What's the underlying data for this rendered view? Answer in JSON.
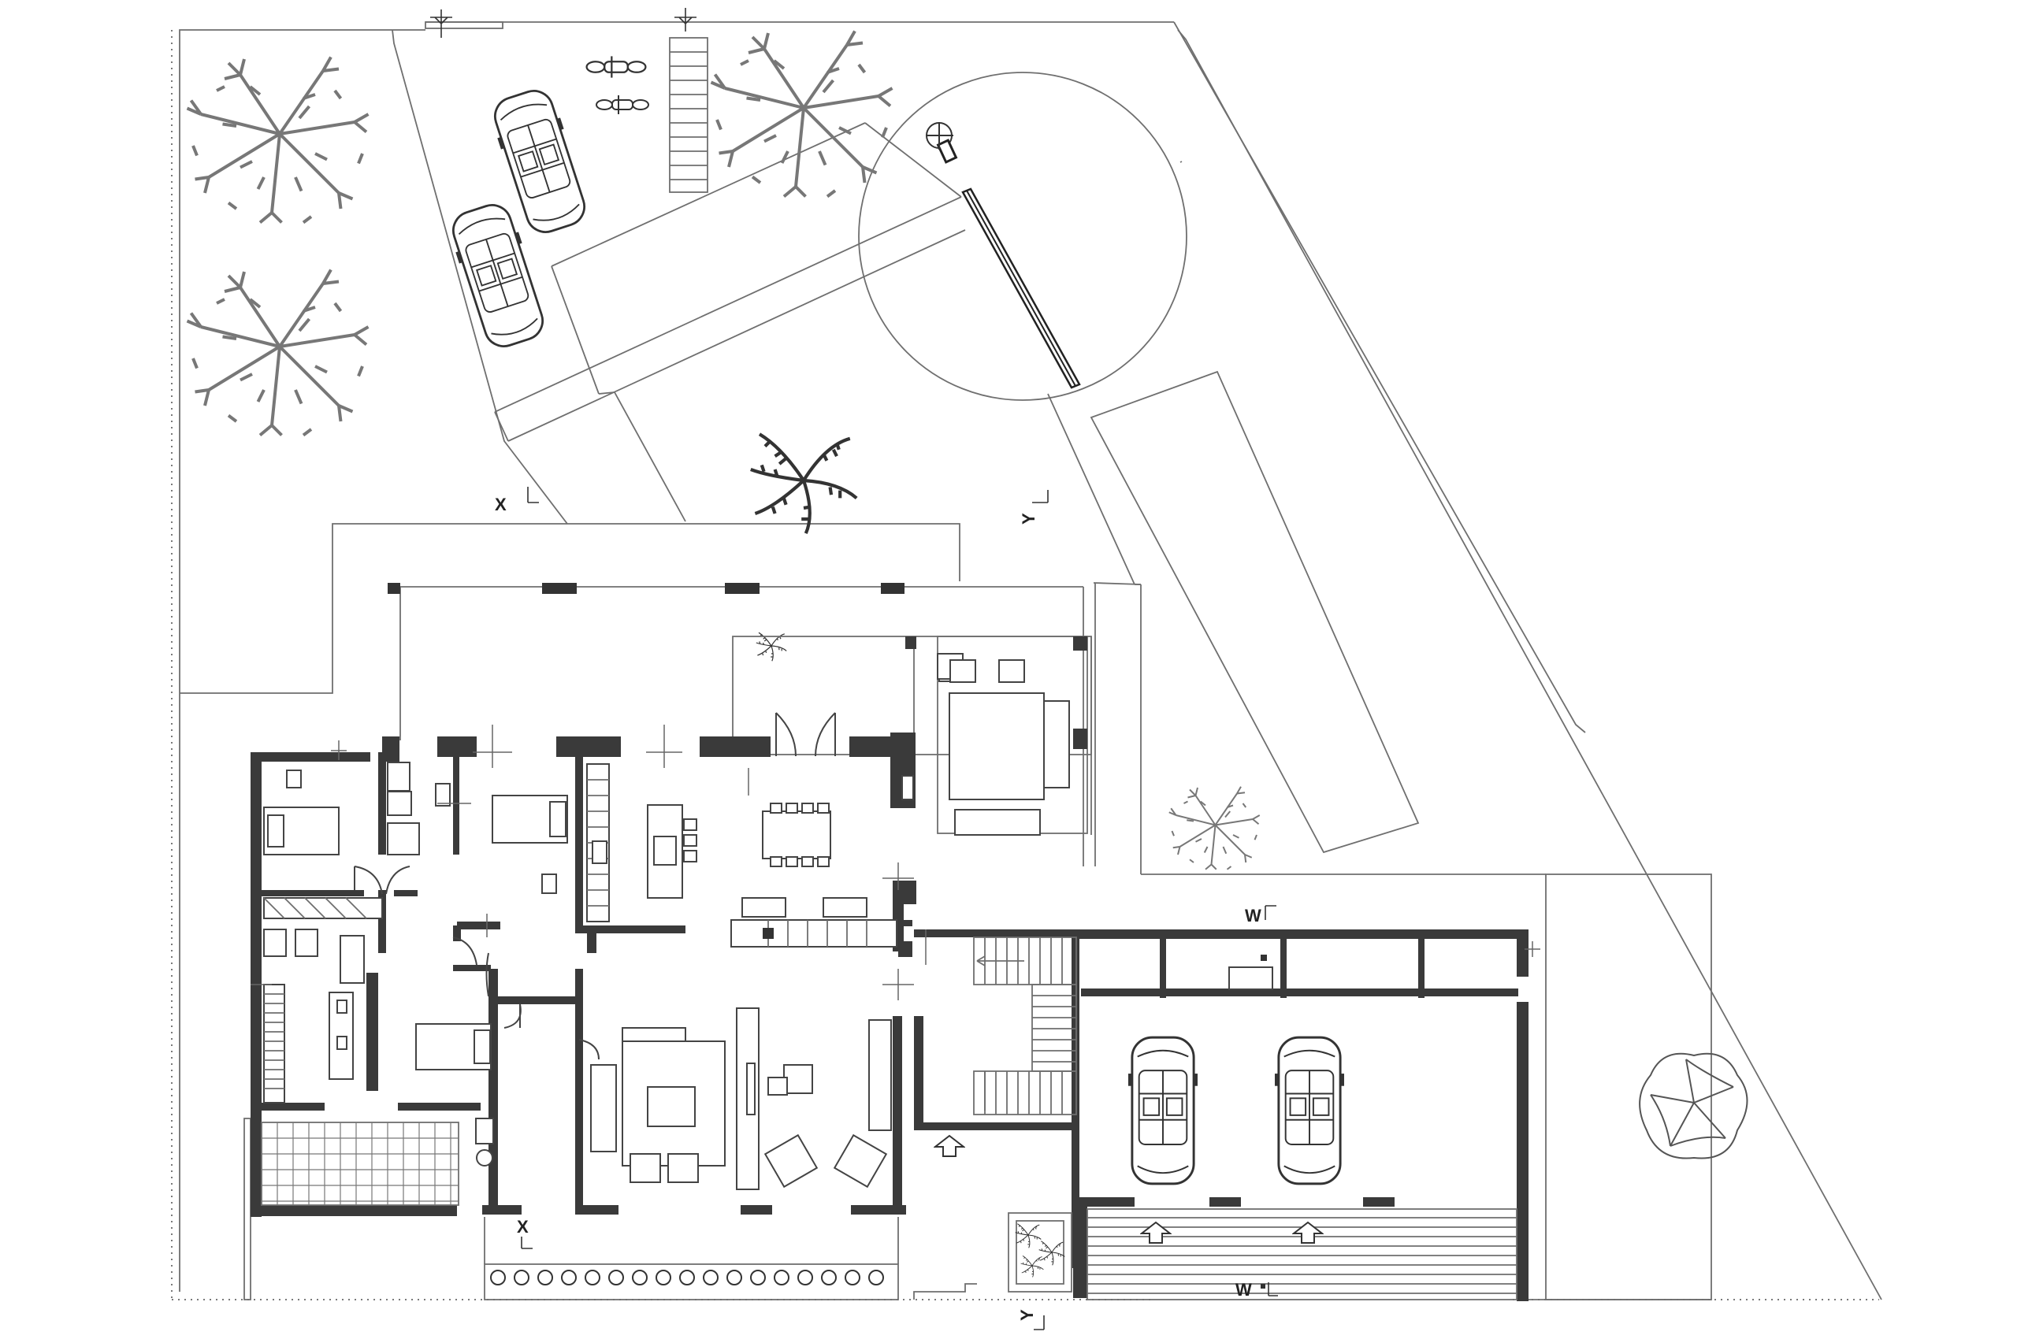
{
  "section_marks": {
    "x_top": "X",
    "x_bottom": "X",
    "y_top": "Y",
    "y_bottom": "Y",
    "w_top": "W",
    "w_bottom": "W"
  },
  "icons": [
    "tree-icon",
    "palm-tree-icon",
    "car-icon",
    "motorbike-icon",
    "sofa-icon",
    "bed-icon",
    "arrow-up-icon"
  ],
  "colors": {
    "wall": "#3a3a3a",
    "line": "#6f6f6f",
    "background": "#ffffff"
  }
}
